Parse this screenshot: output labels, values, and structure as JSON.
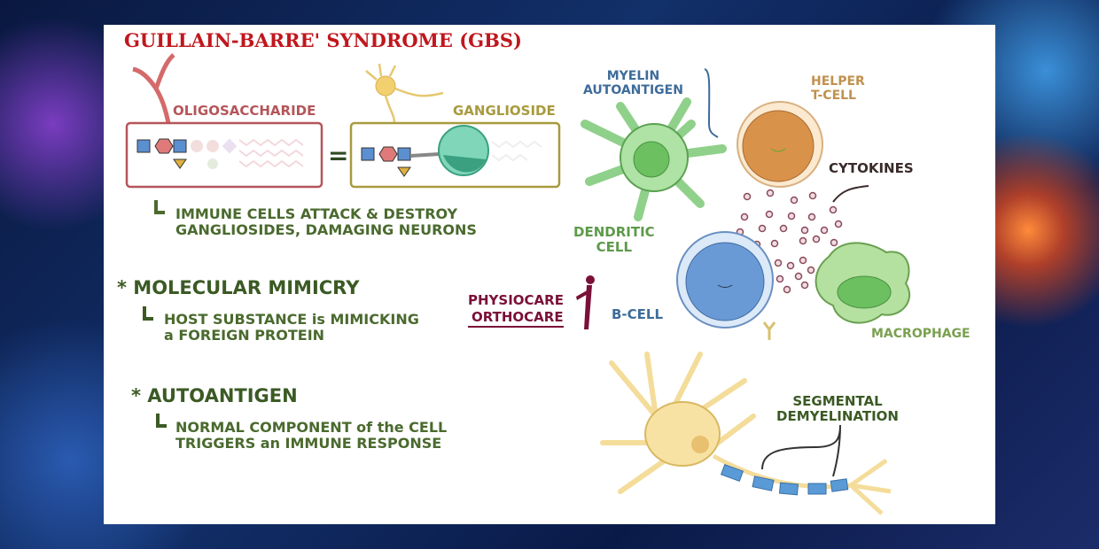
{
  "title": "GUILLAIN-BARRE' SYNDROME (GBS)",
  "oligosaccharide_label": "OLIGOSACCHARIDE",
  "equals": "=",
  "ganglioside_label": "GANGLIOSIDE",
  "immune_note": [
    "IMMUNE CELLS ATTACK & DESTROY",
    "GANGLIOSIDES, DAMAGING NEURONS"
  ],
  "molecular_mimicry": {
    "heading": "* MOLECULAR MIMICRY",
    "lines": [
      "HOST SUBSTANCE is MIMICKING",
      "a FOREIGN PROTEIN"
    ]
  },
  "autoantigen": {
    "heading": "* AUTOANTIGEN",
    "lines": [
      "NORMAL COMPONENT of the CELL",
      "TRIGGERS an IMMUNE RESPONSE"
    ]
  },
  "logo": {
    "line1": "PHYSIOCARE",
    "line2": "ORTHOCARE"
  },
  "labels": {
    "myelin": [
      "MYELIN",
      "AUTOANTIGEN"
    ],
    "helper": [
      "HELPER",
      "T-CELL"
    ],
    "cytokines": "CYTOKINES",
    "dendritic": [
      "DENDRITIC",
      "CELL"
    ],
    "bcell": "B-CELL",
    "macrophage": "MACROPHAGE",
    "demyelination": [
      "SEGMENTAL",
      "DEMYELINATION"
    ]
  },
  "colors": {
    "title": "#c0171d",
    "green_text": "#4a6a2e",
    "dark_green": "#3b5a24",
    "logo": "#7a1038",
    "blue": "#3e6c9a"
  }
}
